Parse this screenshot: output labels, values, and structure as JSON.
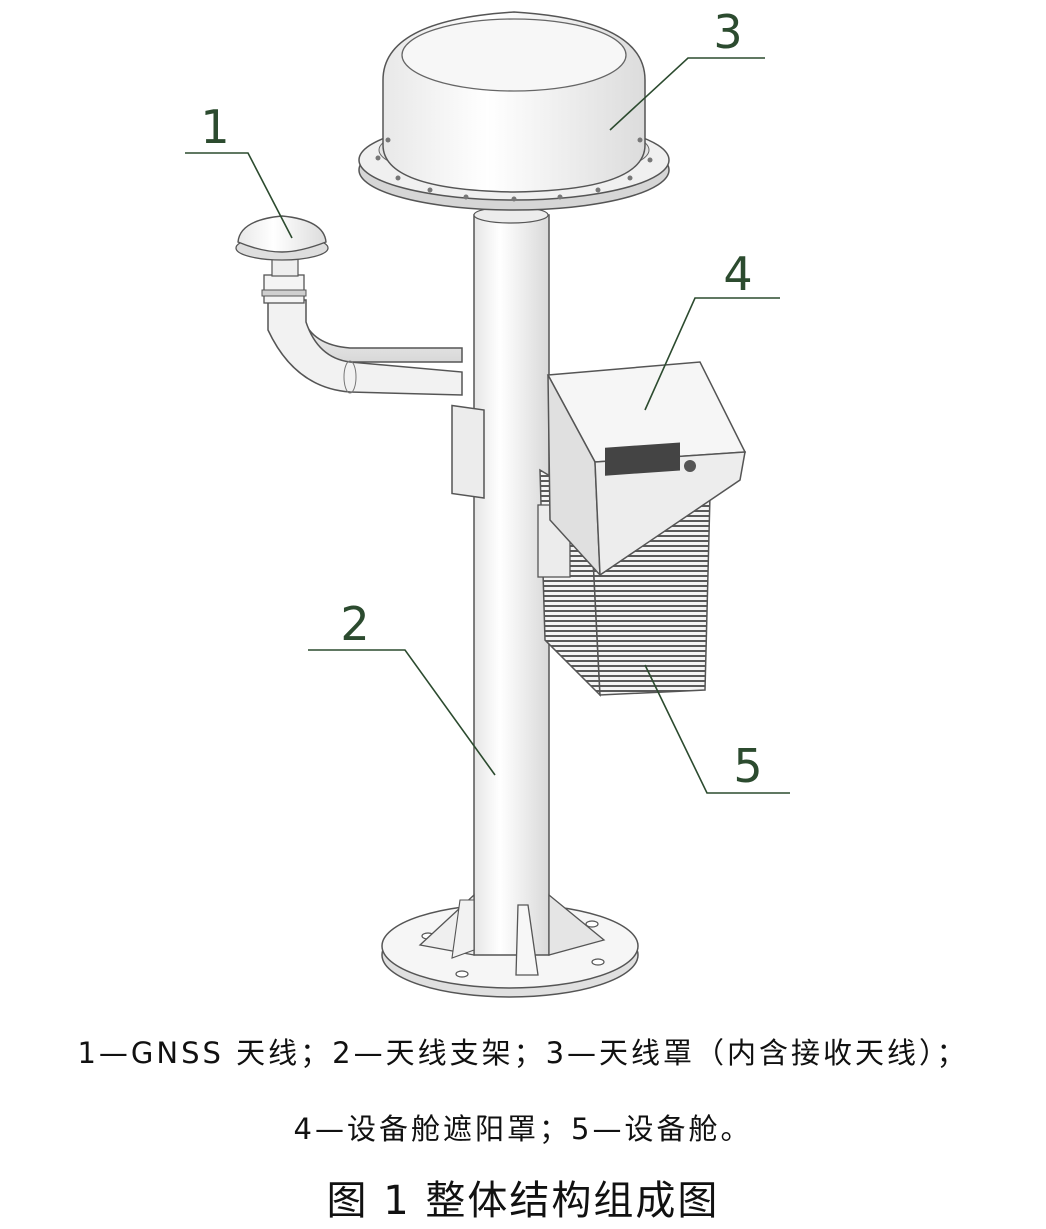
{
  "callouts": [
    {
      "id": "1",
      "label": "1"
    },
    {
      "id": "2",
      "label": "2"
    },
    {
      "id": "3",
      "label": "3"
    },
    {
      "id": "4",
      "label": "4"
    },
    {
      "id": "5",
      "label": "5"
    }
  ],
  "caption": {
    "line1": "1—GNSS 天线；2—天线支架；3—天线罩（内含接收天线）；",
    "line2": "4—设备舱遮阳罩；5—设备舱。",
    "title": "图 1   整体结构组成图"
  },
  "colors": {
    "callout_text": "#2c4b2f",
    "callout_line": "#2c4b2f",
    "metal": "#f2f2f2",
    "outline": "#444444"
  }
}
